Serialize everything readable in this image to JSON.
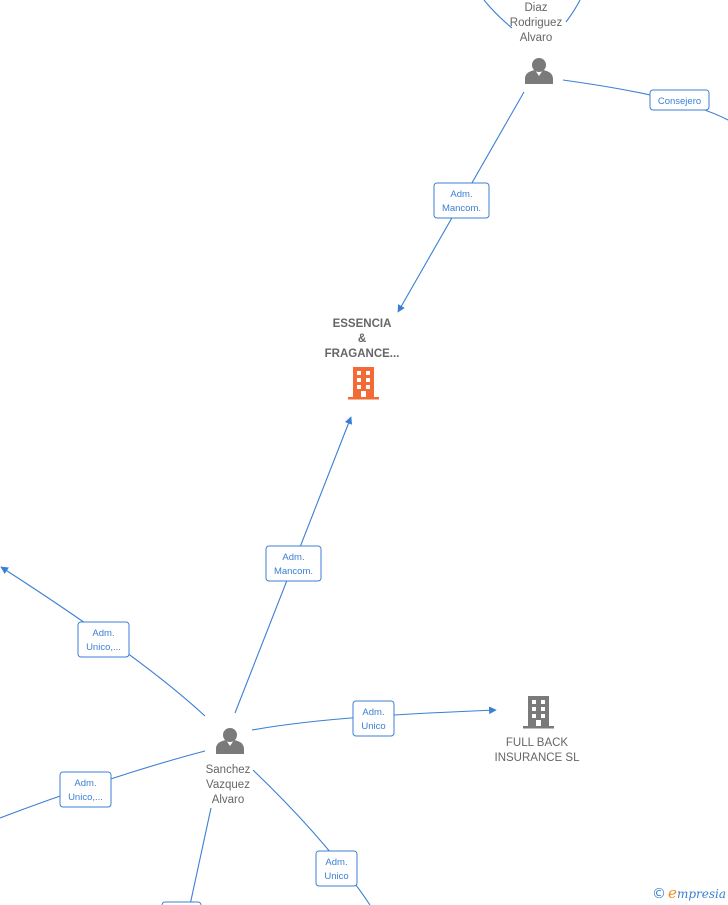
{
  "nodes": {
    "diaz": {
      "lines": [
        "Diaz",
        "Rodriguez",
        "Alvaro"
      ]
    },
    "essencia": {
      "lines": [
        "ESSENCIA",
        "&",
        "FRAGANCE..."
      ]
    },
    "full_back": {
      "lines": [
        "FULL BACK",
        "INSURANCE  SL"
      ]
    },
    "sanchez": {
      "lines": [
        "Sanchez",
        "Vazquez",
        "Alvaro"
      ]
    }
  },
  "edges": {
    "diaz_essencia": [
      "Adm.",
      "Mancom."
    ],
    "diaz_consejero": [
      "Consejero"
    ],
    "sanchez_essencia": [
      "Adm.",
      "Mancom."
    ],
    "sanchez_left_top": [
      "Adm.",
      "Unico,..."
    ],
    "sanchez_full_back": [
      "Adm.",
      "Unico"
    ],
    "sanchez_left_bottom": [
      "Adm.",
      "Unico,..."
    ],
    "sanchez_bottom_right": [
      "Adm.",
      "Unico"
    ]
  },
  "brand": {
    "copyright": "©",
    "initial": "e",
    "rest": "mpresia"
  },
  "colors": {
    "edge": "#3b7fd4",
    "company_main": "#f26a35",
    "company": "#7a7a7a",
    "person": "#7a7a7a"
  }
}
